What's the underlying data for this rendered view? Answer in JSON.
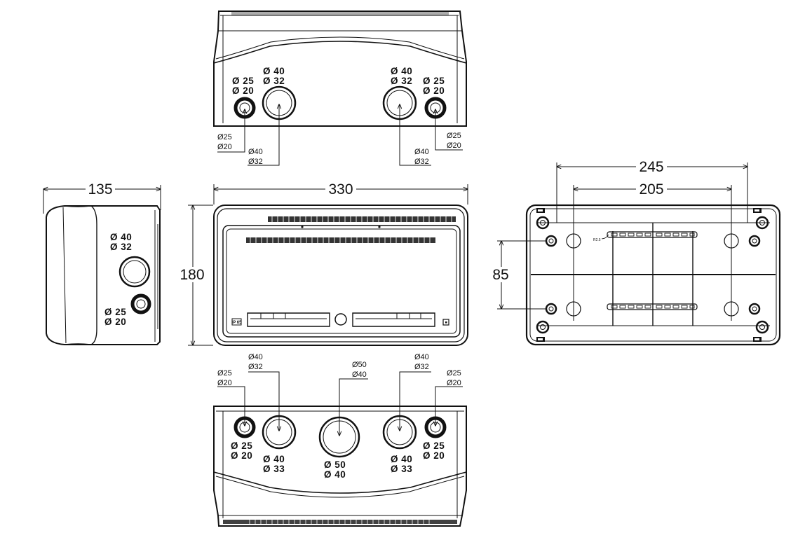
{
  "dimensions": {
    "side_depth": "135",
    "front_width": "330",
    "front_height": "180",
    "back_width_outer": "245",
    "back_width_inner": "205",
    "back_height": "85",
    "back_radius_label": "R2.5"
  },
  "top_view": {
    "left_small": [
      "Ø 25",
      "Ø 20"
    ],
    "left_large": [
      "Ø 40",
      "Ø 32"
    ],
    "right_large": [
      "Ø 40",
      "Ø 32"
    ],
    "right_small": [
      "Ø 25",
      "Ø 20"
    ],
    "callout_left_small": [
      "Ø25",
      "Ø20"
    ],
    "callout_left_large": [
      "Ø40",
      "Ø32"
    ],
    "callout_right_large": [
      "Ø40",
      "Ø32"
    ],
    "callout_right_small": [
      "Ø25",
      "Ø20"
    ]
  },
  "side_view": {
    "large": [
      "Ø 40",
      "Ø 32"
    ],
    "small": [
      "Ø 25",
      "Ø 20"
    ]
  },
  "front_view": {
    "ip_label": "IP 65"
  },
  "bottom_view": {
    "callout_left_small": [
      "Ø25",
      "Ø20"
    ],
    "callout_left_large": [
      "Ø40",
      "Ø32"
    ],
    "callout_center": [
      "Ø50",
      "Ø40"
    ],
    "callout_right_large": [
      "Ø40",
      "Ø32"
    ],
    "callout_right_small": [
      "Ø25",
      "Ø20"
    ],
    "left_small": [
      "Ø 25",
      "Ø 20"
    ],
    "left_large": [
      "Ø 40",
      "Ø 33"
    ],
    "center": [
      "Ø 50",
      "Ø 40"
    ],
    "right_large": [
      "Ø 40",
      "Ø 33"
    ],
    "right_small": [
      "Ø 25",
      "Ø 20"
    ]
  }
}
